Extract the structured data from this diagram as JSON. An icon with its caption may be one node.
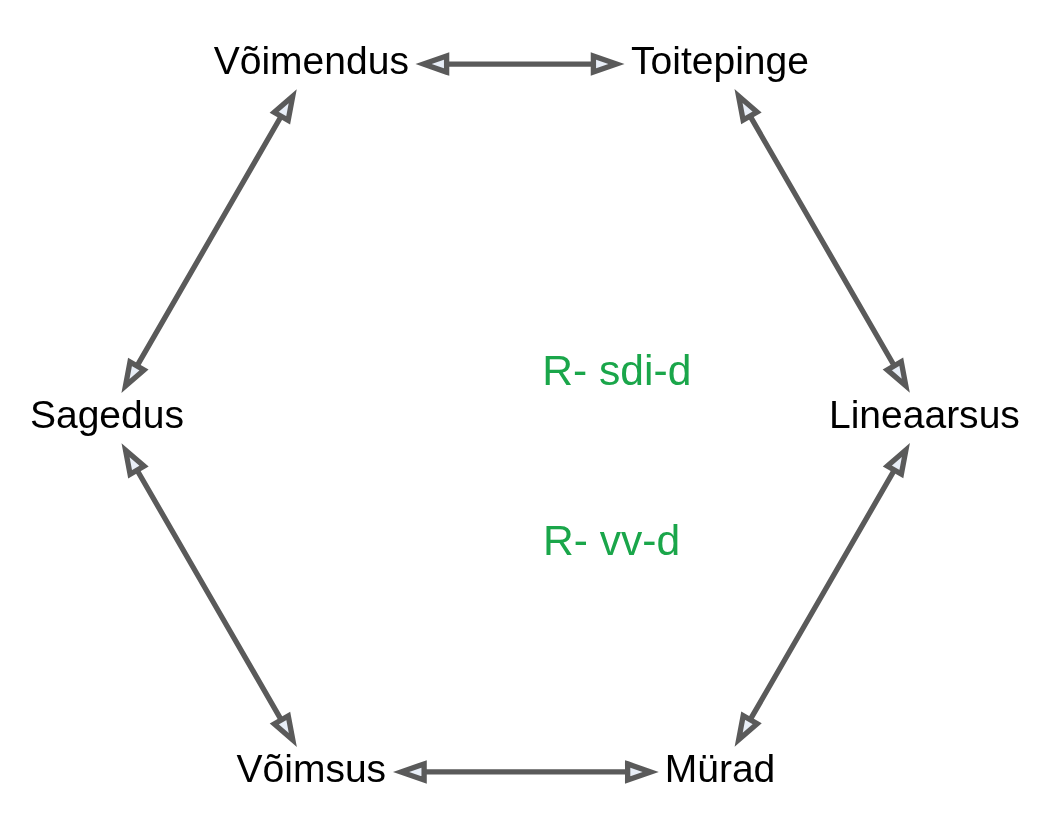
{
  "diagram": {
    "nodes": [
      {
        "text": [
          "Mürad"
        ]
      },
      {
        "text": [
          "Võimsus"
        ]
      },
      {
        "text": [
          "Sagedus"
        ]
      },
      {
        "text": [
          "Võimendus"
        ]
      },
      {
        "text": [
          "Toitepinge"
        ]
      },
      {
        "text": [
          "Lineaarsus"
        ]
      }
    ],
    "edges": [
      {
        "from": 0,
        "to": 1,
        "arrow": "both"
      },
      {
        "from": 1,
        "to": 2,
        "arrow": "both"
      },
      {
        "from": 2,
        "to": 3,
        "arrow": "both"
      },
      {
        "from": 3,
        "to": 4,
        "arrow": "both"
      },
      {
        "from": 4,
        "to": 5,
        "arrow": "both"
      },
      {
        "from": 5,
        "to": 0,
        "arrow": "both"
      }
    ],
    "labels": [
      "R- sdi-d",
      "R- vv-d"
    ]
  }
}
